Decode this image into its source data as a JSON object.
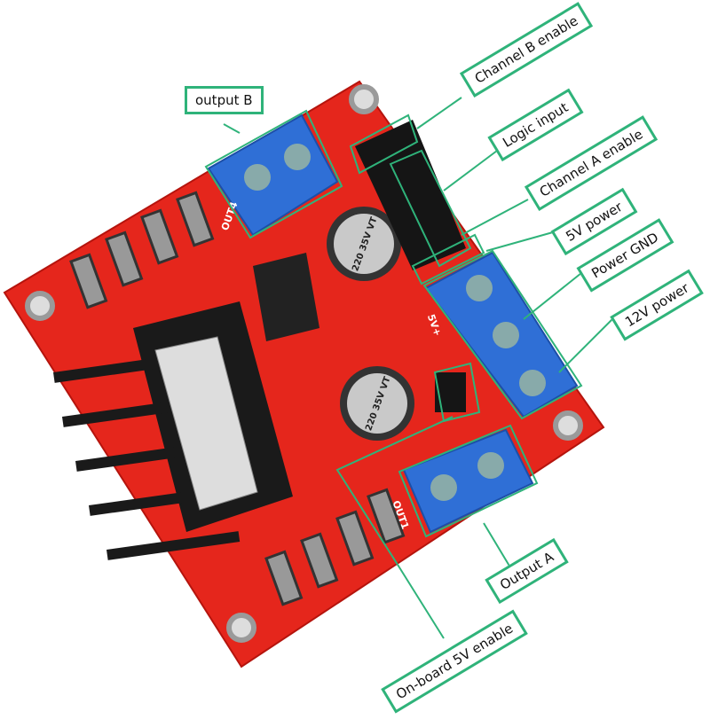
{
  "colors": {
    "accent": "#2fb37a",
    "board": "#e5261c",
    "terminal": "#2f6fd6"
  },
  "labels": {
    "output_b": "output B",
    "channel_b_enable": "Channel B enable",
    "logic_input": "Logic input",
    "channel_a_enable": "Channel A enable",
    "power_5v": "5V power",
    "power_gnd": "Power GND",
    "power_12v": "12V power",
    "output_a": "Output A",
    "onboard_5v_enable": "On-board 5V enable"
  },
  "board_markings": {
    "cap1": "220 35V VT",
    "cap2": "220 35V VT",
    "out4": "OUT4",
    "out1": "OUT1",
    "v5": "5V+"
  }
}
